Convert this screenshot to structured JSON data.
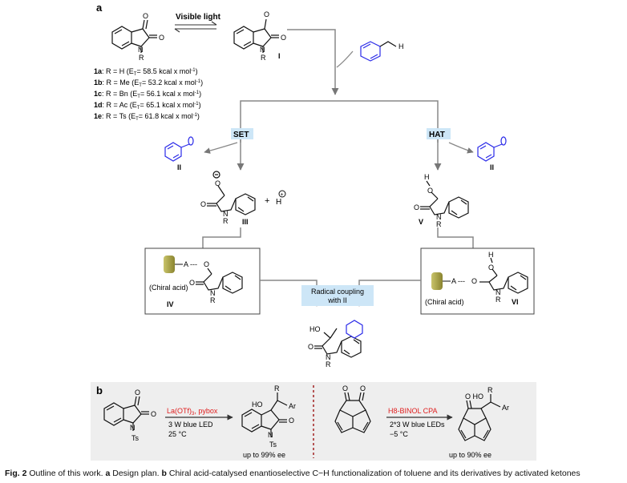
{
  "panel_a": {
    "label": "a",
    "visible_light": "Visible light",
    "intermediates": {
      "I": "I",
      "II": "II",
      "III": "III",
      "IV": "IV",
      "V": "V",
      "VI": "VI"
    },
    "r_label": "R",
    "h_label": "H",
    "o_label": "O",
    "o_minus_label": "O",
    "n_label": "N",
    "nh_label": "N",
    "ho_label": "HO",
    "a_label": "A",
    "chiral_acid": "(Chiral acid)",
    "set_label": "SET",
    "hat_label": "HAT",
    "plus_h": "H",
    "radical_coupling_line1": "Radical coupling",
    "radical_coupling_line2": "with II",
    "substrates": [
      {
        "id": "1a",
        "text": ": R = H (E",
        "sub": "T",
        "value": "= 58.5 kcal x mol",
        "sup": "-1",
        "close": ")"
      },
      {
        "id": "1b",
        "text": ": R = Me (E",
        "sub": "T",
        "value": "= 53.2 kcal x mol",
        "sup": "-1",
        "close": ")"
      },
      {
        "id": "1c",
        "text": ": R = Bn (E",
        "sub": "T",
        "value": "= 56.1 kcal x mol",
        "sup": "-1",
        "close": ")"
      },
      {
        "id": "1d",
        "text": ": R = Ac (E",
        "sub": "T",
        "value": "= 65.1 kcal x mol",
        "sup": "-1",
        "close": ")"
      },
      {
        "id": "1e",
        "text": ": R = Ts (E",
        "sub": "T",
        "value": "= 61.8 kcal x mol",
        "sup": "-1",
        "close": ")"
      }
    ]
  },
  "panel_b": {
    "label": "b",
    "left": {
      "catalyst": "La(OTf)",
      "catalyst_sub": "3",
      "catalyst_tail": ", pybox",
      "light": "3 W blue LED",
      "temp": "25 °C",
      "ee": "up to 99% ee",
      "ts_label": "Ts",
      "ho_label": "HO",
      "r_label": "R",
      "ar_label": "Ar"
    },
    "right": {
      "catalyst": "H8-BINOL CPA",
      "light": "2*3 W blue LEDs",
      "temp": "−5 °C",
      "ee": "up to 90% ee",
      "o_ho_label": "O HO",
      "r_label": "R",
      "ar_label": "Ar"
    }
  },
  "caption": {
    "fig": "Fig. 2",
    "title": " Outline of this work. ",
    "a": "a",
    "a_text": " Design plan. ",
    "b": "b",
    "b_text": " Chiral acid-catalysed enantioselective C−H functionalization of toluene and its derivatives by activated ketones"
  },
  "colors": {
    "accent_box": "#cde6f7",
    "toluene_blue": "#2a2ae8",
    "red": "#e02020",
    "panel_b_bg": "#eeeeee",
    "acid_olive": "#a8a24a"
  }
}
